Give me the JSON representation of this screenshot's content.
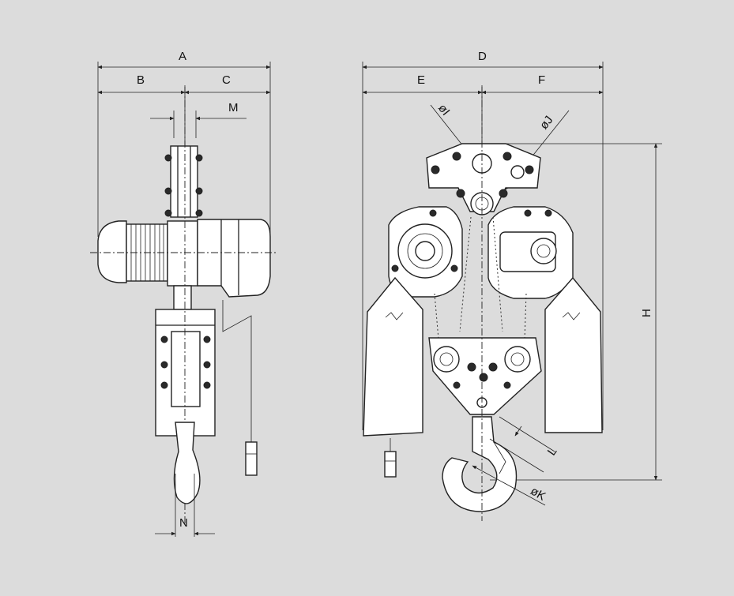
{
  "colors": {
    "background": "#dcdcdc",
    "line": "#222222",
    "body_fill": "#ffffff"
  },
  "dimensions": {
    "A": "A",
    "B": "B",
    "C": "C",
    "M": "M",
    "N": "N",
    "D": "D",
    "E": "E",
    "F": "F",
    "I": "øI",
    "J": "øJ",
    "K": "øK",
    "L": "L",
    "H": "H"
  }
}
